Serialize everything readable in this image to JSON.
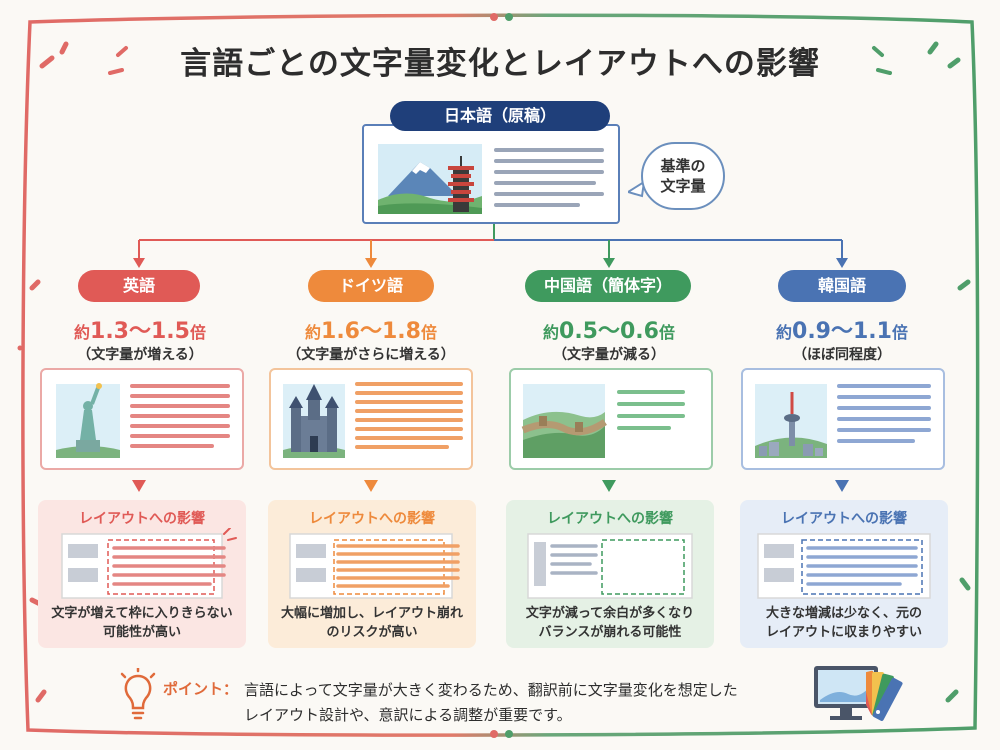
{
  "title": "言語ごとの文字量変化とレイアウトへの影響",
  "source": {
    "label": "日本語（原稿）",
    "bubble_line1": "基準の",
    "bubble_line2": "文字量"
  },
  "languages": [
    {
      "label": "英語",
      "ratio_prefix": "約",
      "ratio_value": "1.3～1.5",
      "ratio_suffix": "倍",
      "ratio_note": "（文字量が増える）",
      "impact_title": "レイアウトへの影響",
      "impact_line1": "文字が増えて枠に入りきらない",
      "impact_line2": "可能性が高い"
    },
    {
      "label": "ドイツ語",
      "ratio_prefix": "約",
      "ratio_value": "1.6～1.8",
      "ratio_suffix": "倍",
      "ratio_note": "（文字量がさらに増える）",
      "impact_title": "レイアウトへの影響",
      "impact_line1": "大幅に増加し、レイアウト崩れ",
      "impact_line2": "のリスクが高い"
    },
    {
      "label": "中国語（簡体字）",
      "ratio_prefix": "約",
      "ratio_value": "0.5～0.6",
      "ratio_suffix": "倍",
      "ratio_note": "（文字量が減る）",
      "impact_title": "レイアウトへの影響",
      "impact_line1": "文字が減って余白が多くなり",
      "impact_line2": "バランスが崩れる可能性"
    },
    {
      "label": "韓国語",
      "ratio_prefix": "約",
      "ratio_value": "0.9～1.1",
      "ratio_suffix": "倍",
      "ratio_note": "（ほぼ同程度）",
      "impact_title": "レイアウトへの影響",
      "impact_line1": "大きな増減は少なく、元の",
      "impact_line2": "レイアウトに収まりやすい"
    }
  ],
  "point": {
    "label": "ポイント：",
    "line1": "言語によって文字量が大きく変わるため、翻訳前に文字量変化を想定した",
    "line2": "レイアウト設計や、意訳による調整が重要です。"
  },
  "colors": {
    "english": "#e05a56",
    "german": "#ee8a3c",
    "chinese": "#3f9a5e",
    "korean": "#4a73b3",
    "source": "#1f3f7a",
    "frame_left": "#e06a66",
    "frame_right": "#4f9e6a"
  },
  "icons": [
    "lightbulb-icon",
    "monitor-icon",
    "color-swatch-icon",
    "statue-of-liberty-icon",
    "castle-icon",
    "great-wall-icon",
    "seoul-tower-icon",
    "mount-fuji-pagoda-icon"
  ]
}
